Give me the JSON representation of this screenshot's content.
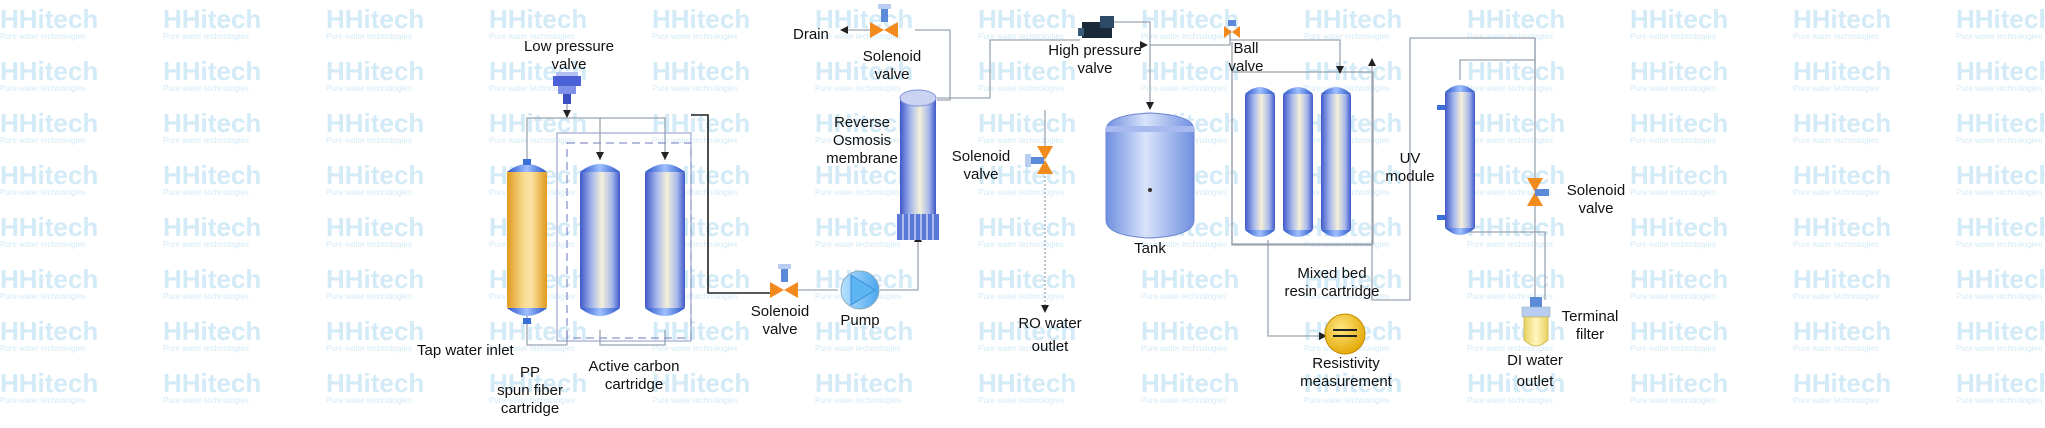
{
  "watermark": {
    "brand": "HHitech",
    "tagline": "Pure water technologies"
  },
  "labels": {
    "low_pressure_valve": [
      "Low pressure",
      "valve"
    ],
    "tap_water_inlet": "Tap water inlet",
    "pp_cartridge": [
      "PP",
      "spun fiber",
      "cartridge"
    ],
    "active_carbon": [
      "Active carbon",
      "cartridge"
    ],
    "solenoid_valve_inlet": [
      "Solenoid",
      "valve"
    ],
    "pump": "Pump",
    "drain": "Drain",
    "solenoid_valve_drain": [
      "Solenoid",
      "valve"
    ],
    "ro_membrane": [
      "Reverse",
      "Osmosis",
      "membrane"
    ],
    "solenoid_valve_ro": [
      "Solenoid",
      "valve"
    ],
    "ro_water_outlet": [
      "RO water",
      "outlet"
    ],
    "high_pressure_valve": [
      "High pressure",
      "valve"
    ],
    "tank": "Tank",
    "ball_valve": [
      "Ball",
      "valve"
    ],
    "mixed_bed": [
      "Mixed bed",
      "resin cartridge"
    ],
    "resistivity": [
      "Resistivity",
      "measurement"
    ],
    "uv_module": [
      "UV",
      "module"
    ],
    "solenoid_valve_uv": [
      "Solenoid",
      "valve"
    ],
    "terminal_filter": [
      "Terminal",
      "filter"
    ],
    "di_water_outlet": [
      "DI water",
      "outlet"
    ]
  }
}
